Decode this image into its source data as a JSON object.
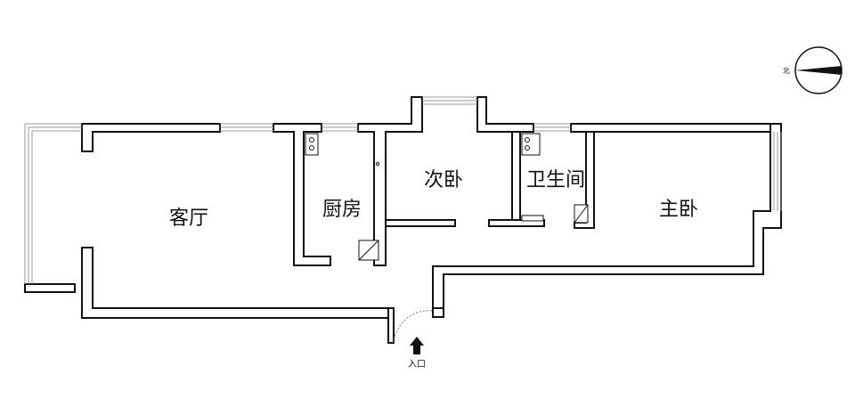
{
  "rooms": {
    "living_room": "客厅",
    "kitchen": "厨房",
    "second_bedroom": "次卧",
    "bathroom": "卫生间",
    "master_bedroom": "主卧"
  },
  "entrance_label": "入口",
  "compass": {
    "north_label": "北"
  },
  "colors": {
    "wall": "#111111",
    "background": "#ffffff",
    "window": "#999999"
  }
}
